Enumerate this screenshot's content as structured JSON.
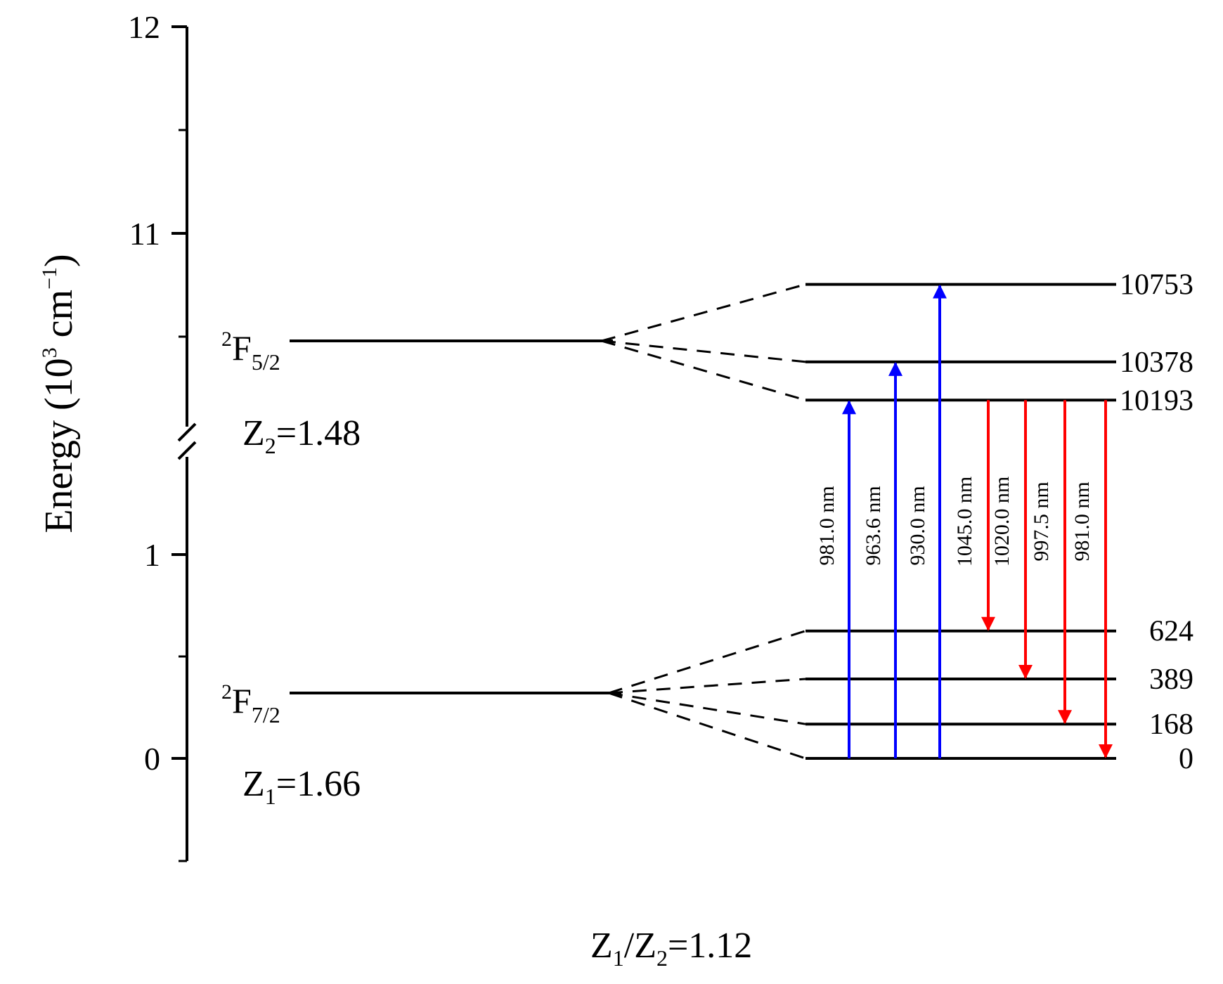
{
  "axis": {
    "title": "Energy",
    "unit_prefix": "(10",
    "unit_exp": "3",
    "unit_mid": " cm",
    "unit_exp2": "−1",
    "unit_suffix": ")",
    "ticks_upper": [
      "12",
      "11"
    ],
    "ticks_lower": [
      "1",
      "0"
    ]
  },
  "states": {
    "upper": {
      "sup": "2",
      "letter": "F",
      "sub": "5/2",
      "z_main": "Z",
      "z_sub": "2",
      "z_value": "=1.48"
    },
    "lower": {
      "sup": "2",
      "letter": "F",
      "sub": "7/2",
      "z_main": "Z",
      "z_sub": "1",
      "z_value": "=1.66"
    }
  },
  "ratio": {
    "a": "Z",
    "a_sub": "1",
    "slash": "/Z",
    "b_sub": "2",
    "value": "=1.12"
  },
  "levels": {
    "upper": [
      {
        "energy": 10753,
        "label": "10753"
      },
      {
        "energy": 10378,
        "label": "10378"
      },
      {
        "energy": 10193,
        "label": "10193"
      }
    ],
    "lower": [
      {
        "energy": 624,
        "label": "624"
      },
      {
        "energy": 389,
        "label": "389"
      },
      {
        "energy": 168,
        "label": "168"
      },
      {
        "energy": 0,
        "label": "0"
      }
    ]
  },
  "absorption": [
    {
      "from": 0,
      "to": 10193,
      "label": "981.0 nm"
    },
    {
      "from": 0,
      "to": 10378,
      "label": "963.6 nm"
    },
    {
      "from": 0,
      "to": 10753,
      "label": "930.0 nm"
    }
  ],
  "emission": [
    {
      "from": 10193,
      "to": 624,
      "label": "1045.0 nm"
    },
    {
      "from": 10193,
      "to": 389,
      "label": "1020.0 nm"
    },
    {
      "from": 10193,
      "to": 168,
      "label": "997.5 nm"
    },
    {
      "from": 10193,
      "to": 0,
      "label": "981.0 nm"
    }
  ],
  "colors": {
    "absorption": "#0000ff",
    "emission": "#ff0000",
    "levels": "#000000"
  }
}
